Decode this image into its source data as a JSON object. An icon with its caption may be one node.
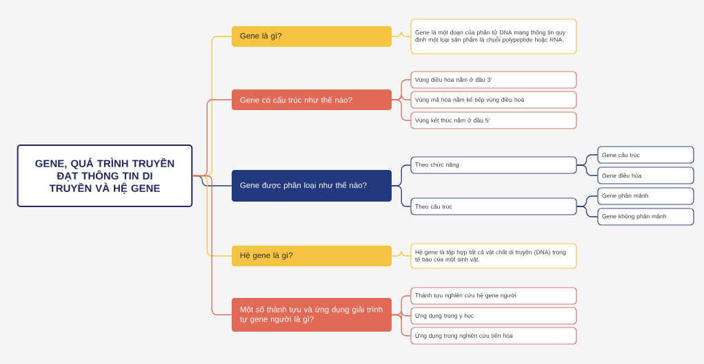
{
  "diagram": {
    "nodes": [
      {
        "text": [
          "GENE, QUÁ TRÌNH TRUYỀN ĐẠT THÔNG TIN DI TRUYỀN VÀ HỆ GENE"
        ]
      },
      {
        "text": [
          "Gene là gì?"
        ]
      },
      {
        "text": [
          "Gene là một đoạn của phân tử DNA mang thông tin quy định một loại sản phẩm là chuỗi polypeptide hoặc RNA."
        ]
      },
      {
        "text": [
          "Gene có cấu trúc như thế nào?"
        ]
      },
      {
        "text": [
          "Vùng điều hòa nằm ở đầu 3'"
        ]
      },
      {
        "text": [
          "Vùng mã hóa nằm kế tiếp vùng điều hoà"
        ]
      },
      {
        "text": [
          "Vùng kết thúc nằm ở đầu 5'"
        ]
      },
      {
        "text": [
          "Gene được phân loại như thế nào?"
        ]
      },
      {
        "text": [
          "Theo chức năng"
        ]
      },
      {
        "text": [
          "Theo cấu trúc"
        ]
      },
      {
        "text": [
          "Gene cấu trúc"
        ]
      },
      {
        "text": [
          "Gene điều hòa"
        ]
      },
      {
        "text": [
          "Gene phân mảnh"
        ]
      },
      {
        "text": [
          "Gene không phân mảnh"
        ]
      },
      {
        "text": [
          "Hệ gene là gì?"
        ]
      },
      {
        "text": [
          "Hệ gene là tập hợp tất cả vật chất di truyền (DNA) trong tế bào của một sinh vật."
        ]
      },
      {
        "text": [
          "Một số thành tựu và ứng dụng giải trình tự gene người là gì?"
        ]
      },
      {
        "text": [
          "Thành tựu nghiên cứu hệ gene người"
        ]
      },
      {
        "text": [
          "Ứng dụng trong y học"
        ]
      },
      {
        "text": [
          "Ứng dụng trong nghiên cứu tiến hóa"
        ]
      }
    ],
    "edges": [
      {
        "from": 0,
        "to": 1,
        "arrow": "none",
        "color": "#f5c542"
      },
      {
        "from": 0,
        "to": 3,
        "arrow": "none"
      },
      {
        "from": 0,
        "to": 7,
        "arrow": "none",
        "color": "#23397e"
      },
      {
        "from": 0,
        "to": 14,
        "arrow": "none",
        "color": "#f5c542"
      },
      {
        "from": 0,
        "to": 16,
        "arrow": "none"
      },
      {
        "from": 1,
        "to": 2,
        "arrow": "none",
        "color": "#f5c542"
      },
      {
        "from": 3,
        "to": 4,
        "arrow": "none"
      },
      {
        "from": 3,
        "to": 5,
        "arrow": "none"
      },
      {
        "from": 3,
        "to": 6,
        "arrow": "none"
      },
      {
        "from": 7,
        "to": 8,
        "arrow": "none",
        "color": "#23397e"
      },
      {
        "from": 7,
        "to": 9,
        "arrow": "none",
        "color": "#23397e"
      },
      {
        "from": 8,
        "to": 10,
        "arrow": "none",
        "color": "#23397e"
      },
      {
        "from": 8,
        "to": 11,
        "arrow": "none",
        "color": "#23397e"
      },
      {
        "from": 9,
        "to": 12,
        "arrow": "none",
        "color": "#23397e"
      },
      {
        "from": 9,
        "to": 13,
        "arrow": "none",
        "color": "#23397e"
      },
      {
        "from": 14,
        "to": 15,
        "arrow": "none",
        "color": "#f5c542"
      },
      {
        "from": 16,
        "to": 17,
        "arrow": "none"
      },
      {
        "from": 16,
        "to": 18,
        "arrow": "none"
      },
      {
        "from": 16,
        "to": 19,
        "arrow": "none"
      }
    ]
  }
}
